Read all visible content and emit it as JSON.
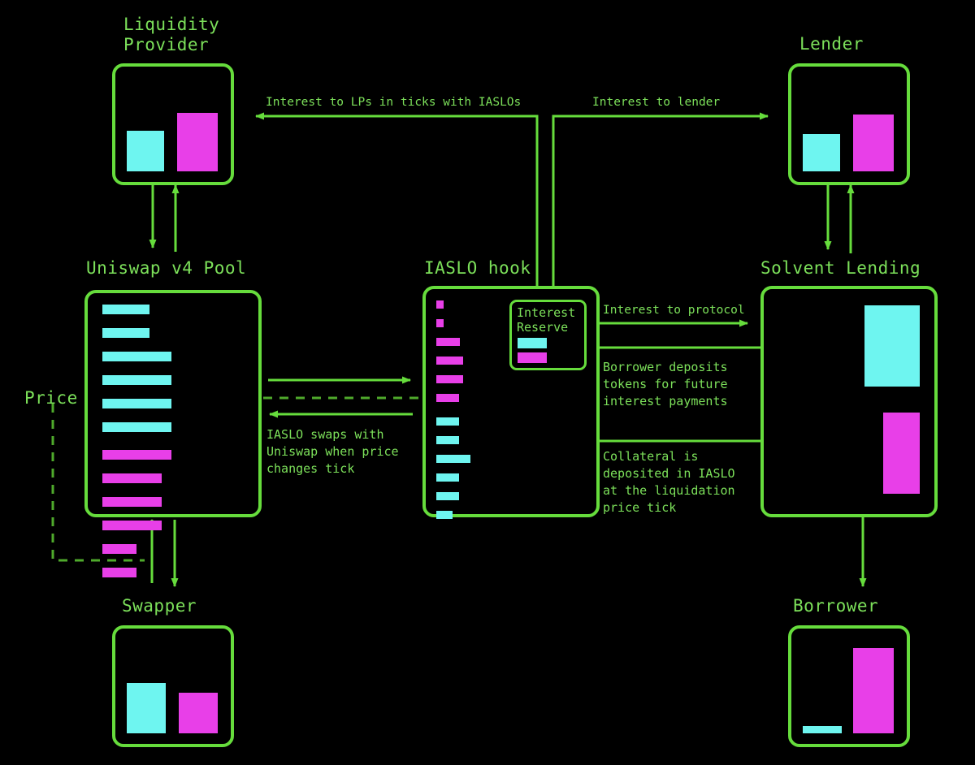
{
  "theme": {
    "background": "#000000",
    "line": "#66dc3c",
    "text": "#7ce05a",
    "token_a": "#6ef5f0",
    "token_b": "#e83fe8"
  },
  "nodes": {
    "liquidity_provider": {
      "label": "Liquidity\nProvider"
    },
    "lender": {
      "label": "Lender"
    },
    "uniswap_pool": {
      "label": "Uniswap v4 Pool"
    },
    "iaslo_hook": {
      "label": "IASLO hook"
    },
    "solvent_lending": {
      "label": "Solvent Lending"
    },
    "swapper": {
      "label": "Swapper"
    },
    "borrower": {
      "label": "Borrower"
    },
    "interest_reserve": {
      "label": "Interest\nReserve"
    },
    "price": {
      "label": "Price"
    }
  },
  "edges": {
    "interest_to_lps": "Interest to LPs in ticks with IASLOs",
    "interest_to_lender": "Interest to lender",
    "interest_to_protocol": "Interest to protocol",
    "iaslo_swaps": "IASLO swaps with\nUniswap when price\nchanges tick",
    "borrower_deposits": "Borrower deposits\ntokens for future\ninterest payments",
    "collateral_deposited": "Collateral is\ndeposited in IASLO\nat the liquidation\nprice tick"
  },
  "chart_data": {
    "type": "bar",
    "title": "Liquidity distribution by tick",
    "uniswap_pool_ticks": {
      "above_price": [
        {
          "color": "token_a",
          "width": 58
        },
        {
          "color": "token_a",
          "width": 58
        },
        {
          "color": "token_a",
          "width": 85
        },
        {
          "color": "token_a",
          "width": 85
        },
        {
          "color": "token_a",
          "width": 85
        },
        {
          "color": "token_a",
          "width": 85
        }
      ],
      "below_price": [
        {
          "color": "token_b",
          "width": 85
        },
        {
          "color": "token_b",
          "width": 73
        },
        {
          "color": "token_b",
          "width": 73
        },
        {
          "color": "token_b",
          "width": 73
        },
        {
          "color": "token_b",
          "width": 42
        },
        {
          "color": "token_b",
          "width": 42
        }
      ]
    },
    "iaslo_hook_ticks": {
      "above_price": [
        {
          "color": "token_b",
          "width": 9
        },
        {
          "color": "token_b",
          "width": 9
        },
        {
          "color": "token_b",
          "width": 29
        },
        {
          "color": "token_b",
          "width": 33
        },
        {
          "color": "token_b",
          "width": 33
        },
        {
          "color": "token_b",
          "width": 28
        }
      ],
      "below_price": [
        {
          "color": "token_a",
          "width": 28
        },
        {
          "color": "token_a",
          "width": 28
        },
        {
          "color": "token_a",
          "width": 42
        },
        {
          "color": "token_a",
          "width": 28
        },
        {
          "color": "token_a",
          "width": 28
        },
        {
          "color": "token_a",
          "width": 20
        }
      ]
    },
    "balances": {
      "liquidity_provider": [
        {
          "color": "token_a",
          "w": 46,
          "h": 50
        },
        {
          "color": "token_b",
          "w": 50,
          "h": 72
        }
      ],
      "lender": [
        {
          "color": "token_a",
          "w": 46,
          "h": 46
        },
        {
          "color": "token_b",
          "w": 50,
          "h": 70
        }
      ],
      "swapper": [
        {
          "color": "token_a",
          "w": 48,
          "h": 62
        },
        {
          "color": "token_b",
          "w": 48,
          "h": 50
        }
      ],
      "borrower": [
        {
          "color": "token_a",
          "w": 48,
          "h": 9
        },
        {
          "color": "token_b",
          "w": 50,
          "h": 105
        }
      ],
      "solvent_lending": [
        {
          "color": "token_a",
          "w": 68,
          "h": 100
        },
        {
          "color": "token_b",
          "w": 45,
          "h": 100
        }
      ],
      "interest_reserve": [
        {
          "color": "token_a",
          "w": 36,
          "h": 13
        },
        {
          "color": "token_b",
          "w": 36,
          "h": 13
        }
      ]
    }
  }
}
